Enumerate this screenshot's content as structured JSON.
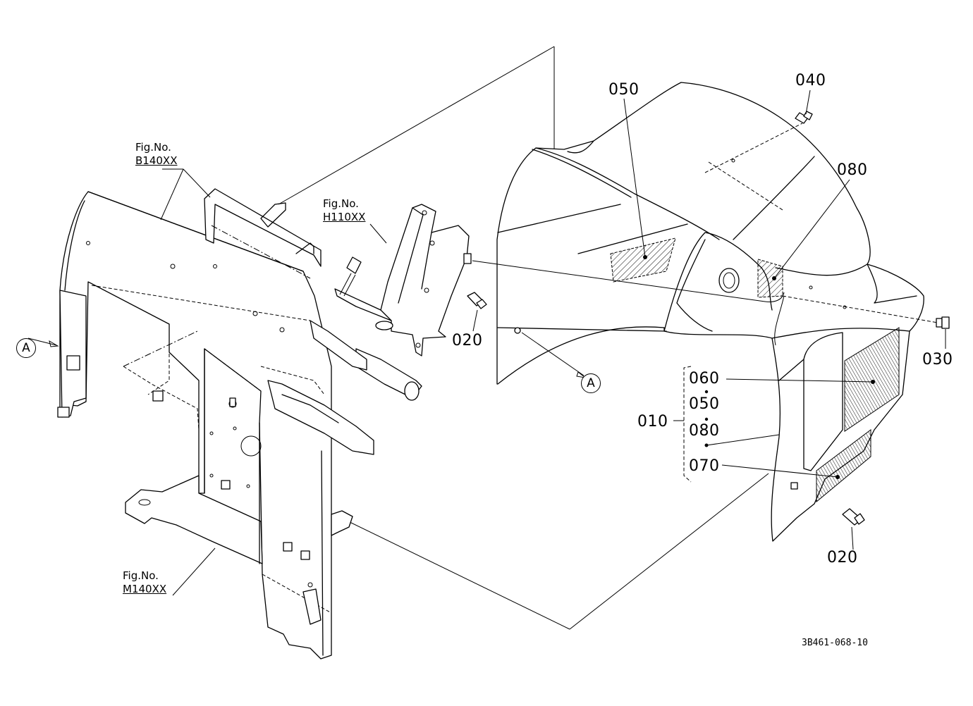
{
  "parts": {
    "p040": "040",
    "p050": "050",
    "p080": "080",
    "p020a": "020",
    "p030": "030",
    "p020b": "020",
    "p010": "010",
    "kit": [
      "060",
      "050",
      "080",
      "070"
    ]
  },
  "figure_refs": {
    "b140_prefix": "Fig.No.",
    "b140": "B140XX",
    "h110_prefix": "Fig.No.",
    "h110": "H110XX",
    "m140_prefix": "Fig.No.",
    "m140": "M140XX"
  },
  "markers": {
    "a_left": "A",
    "a_right": "A"
  },
  "drawing_code": "3B461-068-10"
}
